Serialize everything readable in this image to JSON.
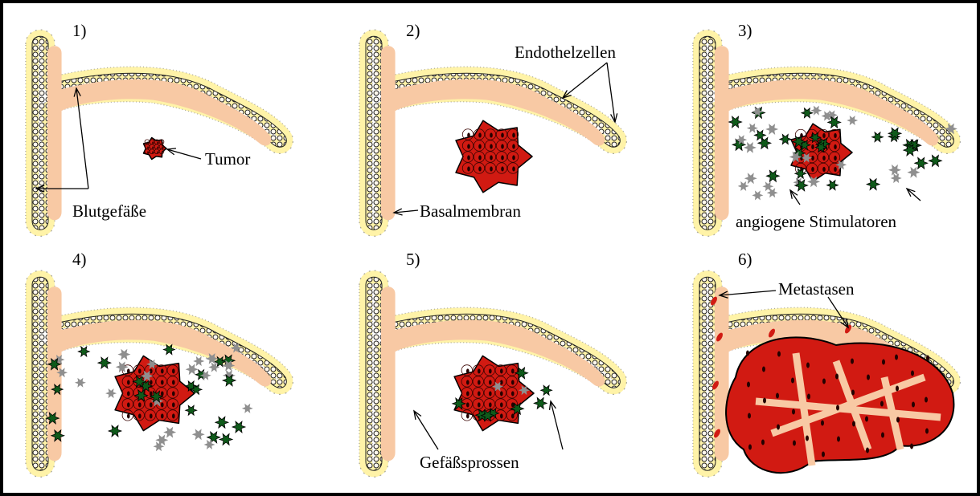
{
  "panels": [
    {
      "number": "1)",
      "stage": "small-tumor"
    },
    {
      "number": "2)",
      "stage": "grown-tumor"
    },
    {
      "number": "3)",
      "stage": "angiogenic-stimulators"
    },
    {
      "number": "4)",
      "stage": "basement-membrane-dissolving"
    },
    {
      "number": "5)",
      "stage": "vessel-sprouts"
    },
    {
      "number": "6)",
      "stage": "vascularized-tumor-metastases"
    }
  ],
  "labels": {
    "tumor": "Tumor",
    "blood_vessels": "Blutgefäße",
    "endothelial_cells": "Endothelzellen",
    "basement_membrane": "Basalmembran",
    "angiogenic_stimulators": "angiogene Stimulatoren",
    "vessel_sprouts": "Gefäßsprossen",
    "metastases": "Metastasen"
  },
  "colors": {
    "vessel_fill": "#f8c9a4",
    "membrane": "#fff3a8",
    "tumor_fill": "#d11a12",
    "tumor_dark": "#7a0a06",
    "activator_star": "#0f5a1a",
    "stimulator_star": "#8f8f8f",
    "frame": "#000000"
  }
}
